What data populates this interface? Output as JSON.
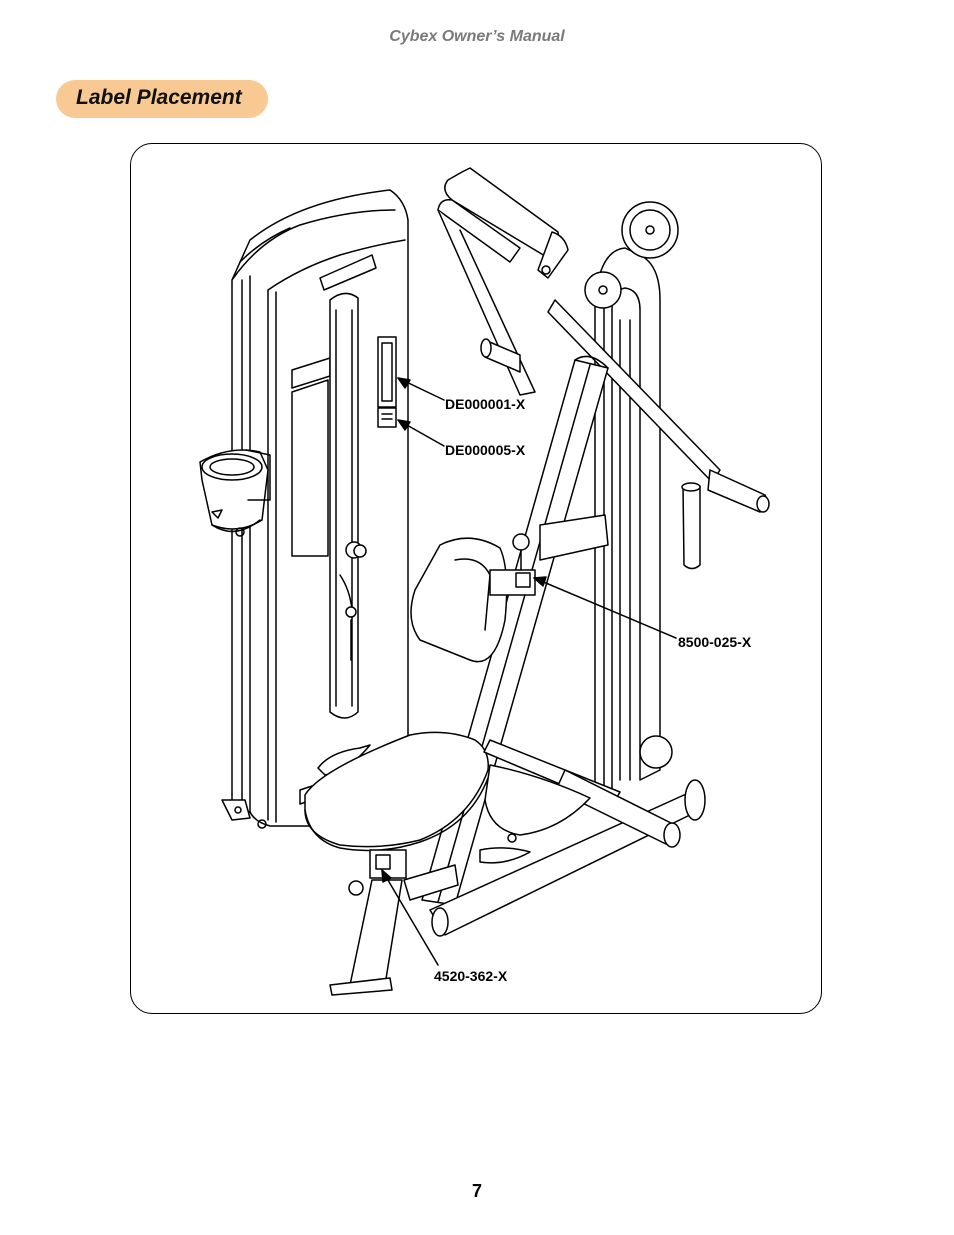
{
  "header": {
    "title": "Cybex Owner’s Manual"
  },
  "section": {
    "title": "Label Placement"
  },
  "figure": {
    "labels": {
      "label_1": "DE000001-X",
      "label_2": "DE000005-X",
      "label_3": "8500-025-X",
      "label_4": "4520-362-X"
    },
    "accent_color": "#f8c992"
  },
  "footer": {
    "page_number": "7"
  }
}
